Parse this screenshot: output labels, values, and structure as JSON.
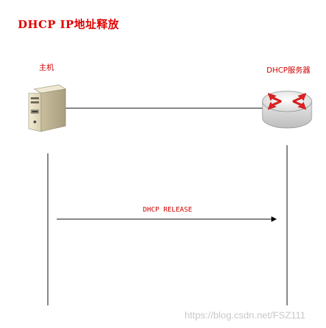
{
  "title": "DHCP  IP地址释放",
  "host": {
    "label": "主机",
    "icon": "server-tower-icon"
  },
  "server": {
    "label": "DHCP服务器",
    "icon": "router-icon"
  },
  "message": {
    "label": "DHCP RELEASE",
    "direction": "host-to-server"
  },
  "watermark": "https://blog.csdn.net/FSZ111",
  "colors": {
    "title": "#e00000",
    "label": "#d00000",
    "line": "#000000"
  }
}
